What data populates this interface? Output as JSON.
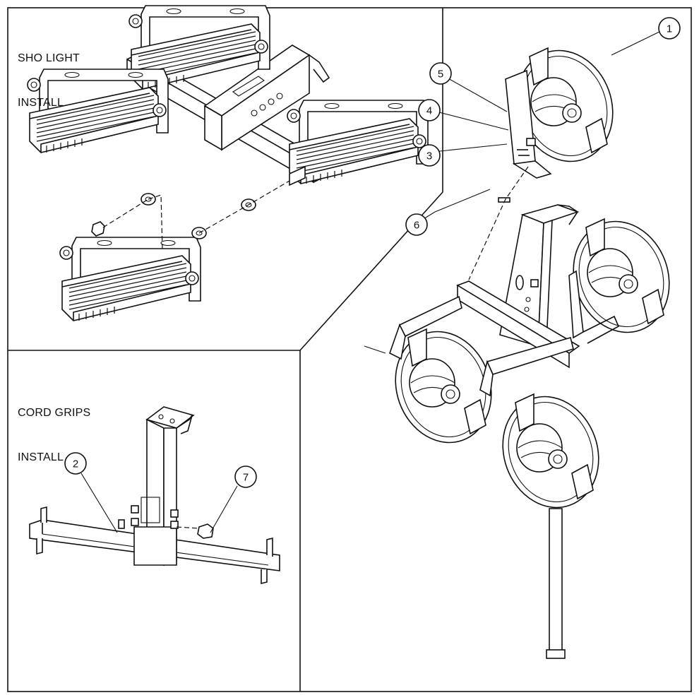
{
  "panels": {
    "sho_light": {
      "title_line1": "SHO LIGHT",
      "title_line2": "INSTALL"
    },
    "cord_grips": {
      "title_line1": "CORD GRIPS",
      "title_line2": "INSTALL"
    }
  },
  "callouts": [
    "1",
    "2",
    "3",
    "4",
    "5",
    "6",
    "7"
  ],
  "colors": {
    "line": "#111111",
    "background": "#ffffff"
  }
}
